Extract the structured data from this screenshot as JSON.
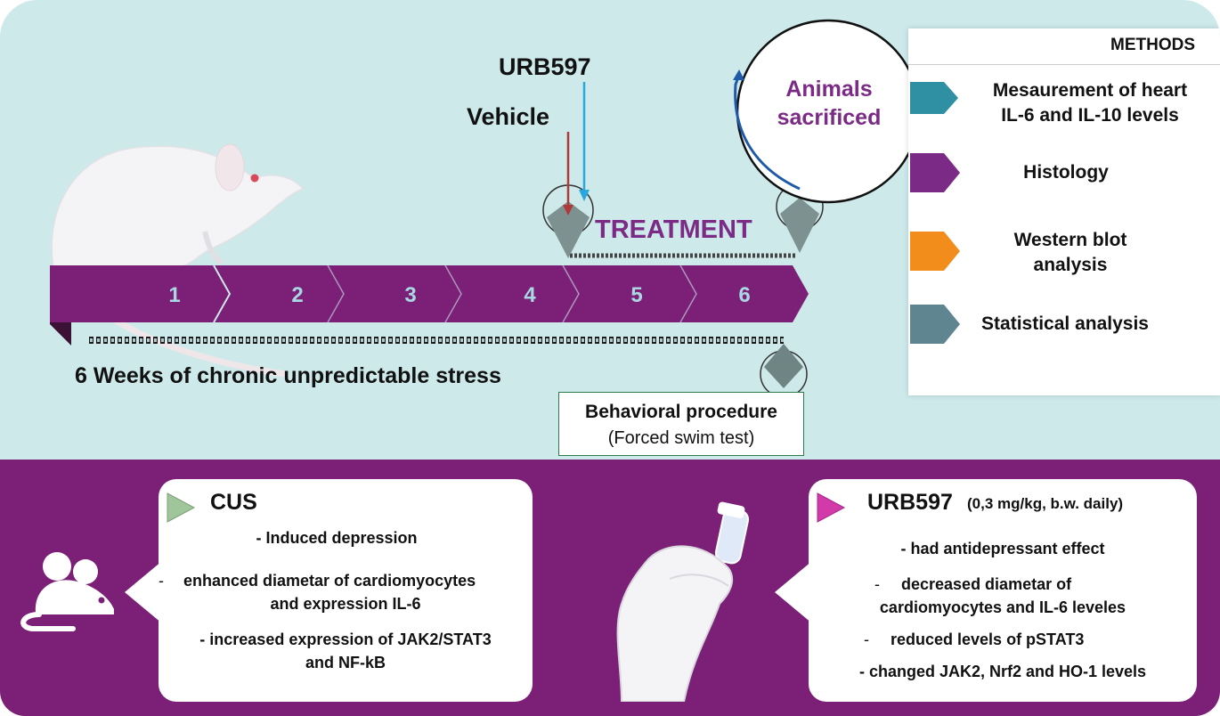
{
  "timeline": {
    "weeks": [
      "1",
      "2",
      "3",
      "4",
      "5",
      "6"
    ],
    "stress_label": "6 Weeks of chronic unpredictable stress",
    "treatment_label": "TREATMENT",
    "vehicle_label": "Vehicle",
    "urb_label": "URB597",
    "sacrificed_line1": "Animals",
    "sacrificed_line2": "sacrificed",
    "behavioral_title": "Behavioral procedure",
    "behavioral_sub": "(Forced swim test)"
  },
  "methods": {
    "title": "METHODS",
    "items": [
      {
        "line1": "Mesaurement of heart",
        "line2": "IL-6 and IL-10 levels",
        "color": "#2f8fa3"
      },
      {
        "line1": "Histology",
        "line2": "",
        "color": "#7b2a86"
      },
      {
        "line1": "Western blot",
        "line2": "analysis",
        "color": "#f28c1b"
      },
      {
        "line1": "Statistical analysis",
        "line2": "",
        "color": "#5f8590"
      }
    ]
  },
  "cus_card": {
    "title": "CUS",
    "points": [
      "- Induced depression",
      "-     enhanced diametar of cardiomyocytes",
      "and expression IL-6",
      "- increased expression of JAK2/STAT3",
      "and NF-kB"
    ]
  },
  "urb_card": {
    "title": "URB597",
    "dose": "(0,3 mg/kg, b.w. daily)",
    "points": [
      "- had antidepressant effect",
      "-     decreased diametar of",
      "cardiomyocytes and  IL-6 leveles",
      "-     reduced levels of pSTAT3",
      "- changed JAK2, Nrf2 and HO-1 levels"
    ]
  },
  "colors": {
    "top_bg": "#cde9ea",
    "purple": "#7b1f77",
    "week_text": "#a9d7e2",
    "vehicle_arrow": "#b03a3a",
    "urb_arrow": "#29a8e0",
    "cus_triangle": "#9fc59a",
    "urb_triangle": "#d13aa8"
  }
}
